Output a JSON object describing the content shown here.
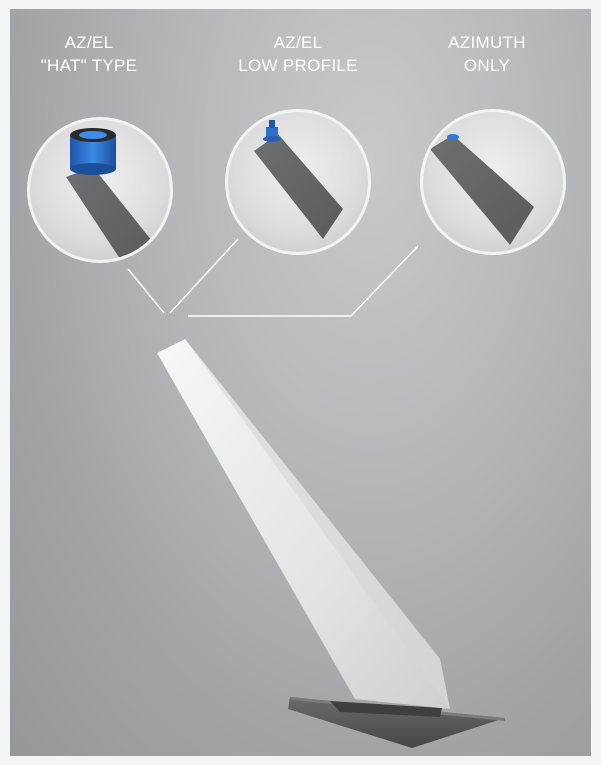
{
  "options": [
    {
      "line1": "AZ/EL",
      "line2": "\"HAT\" TYPE",
      "mount": "hat",
      "accent": "#2f79d4"
    },
    {
      "line1": "AZ/EL",
      "line2": "LOW PROFILE",
      "mount": "low-profile",
      "accent": "#2f79d4"
    },
    {
      "line1": "AZIMUTH",
      "line2": "ONLY",
      "mount": "azimuth-only",
      "accent": "#2f79d4"
    }
  ],
  "colors": {
    "background": "#b4b5b6",
    "circle_fill": "#e6e6e6",
    "circle_rim": "#f4f4f4",
    "fin_dark": "#636464",
    "blade_light": "#ececec",
    "base_plate": "#555657",
    "leader_line": "#ffffff",
    "label_text": "#ffffff"
  }
}
